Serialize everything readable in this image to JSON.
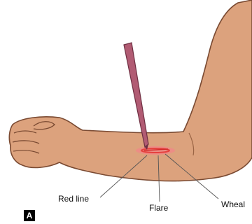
{
  "labels": {
    "red_line": "Red line",
    "flare": "Flare",
    "wheal": "Wheal"
  },
  "panel_letter": "A",
  "colors": {
    "skin": "#dca27d",
    "skin_outline": "#7a4a32",
    "stylus": "#b15b73",
    "flare": "#ee8a86",
    "wheal": "#e5423f"
  }
}
